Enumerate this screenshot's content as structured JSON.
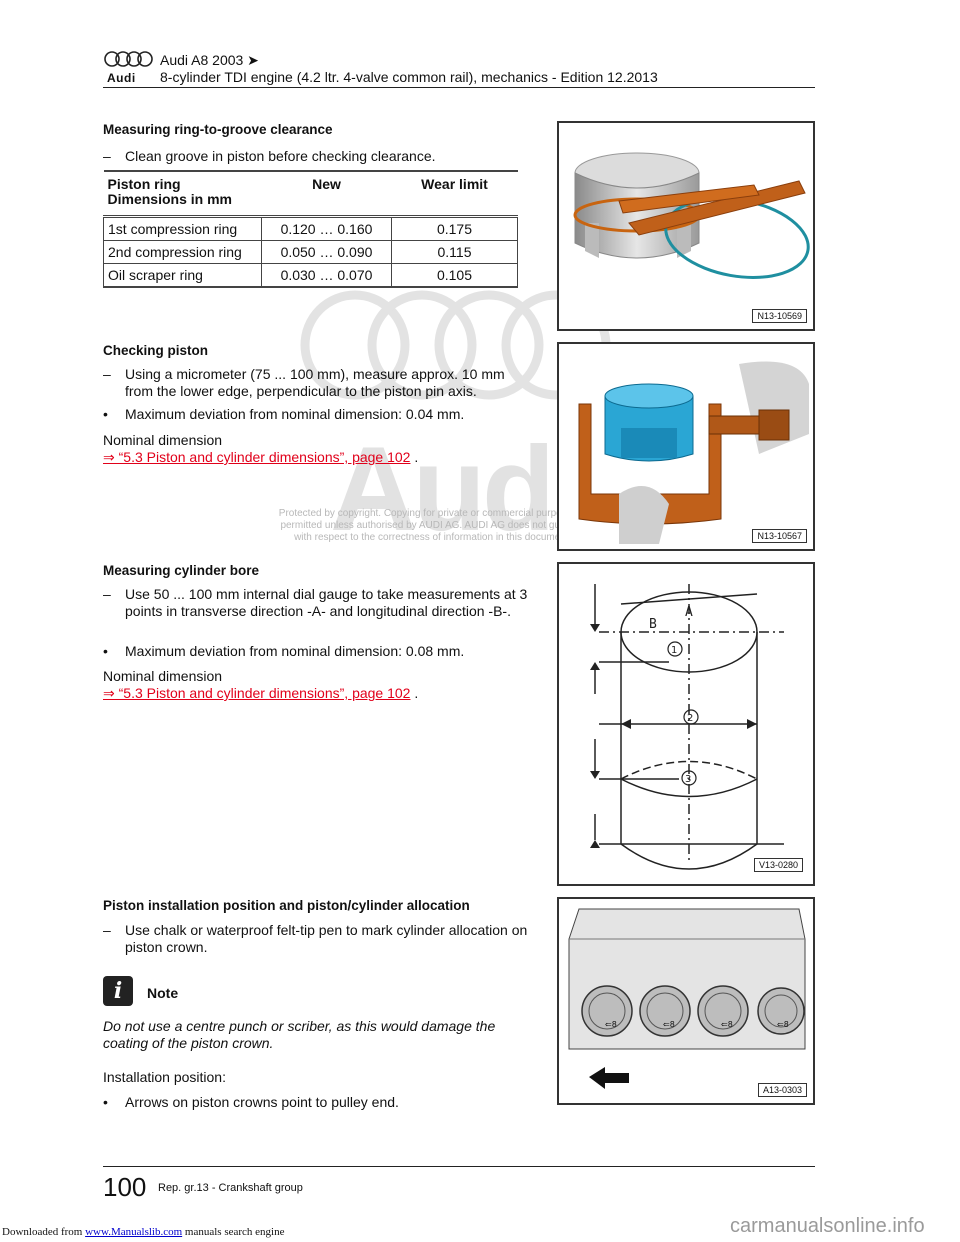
{
  "header": {
    "brand_word": "Audi",
    "model": "Audi A8 2003 ➤",
    "subtitle": "8-cylinder TDI engine (4.2 ltr. 4-valve common rail), mechanics - Edition 12.2013"
  },
  "watermark": {
    "word": "Audi",
    "line1": "Protected by copyright. Copying for private or commercial purposes, in part or in whole, is not",
    "line2": "permitted unless authorised by AUDI AG. AUDI AG does not guarantee or accept any liability",
    "line3": "with respect to the correctness of information in this document. Copyright by AUDI AG."
  },
  "section1": {
    "heading": "Measuring ring-to-groove clearance",
    "step1_mark": "–",
    "step1": "Clean groove in piston before checking clearance.",
    "table": {
      "col1_line1": "Piston ring",
      "col1_line2": "Dimensions in mm",
      "col2": "New",
      "col3": "Wear limit",
      "rows": [
        [
          "1st compression ring",
          "0.120 … 0.160",
          "0.175"
        ],
        [
          "2nd compression ring",
          "0.050 … 0.090",
          "0.115"
        ],
        [
          "Oil scraper ring",
          "0.030 … 0.070",
          "0.105"
        ]
      ]
    },
    "figure_label": "N13-10569"
  },
  "section2": {
    "heading": "Checking piston",
    "step1_mark": "–",
    "step1": "Using a micrometer (75 ... 100 mm), measure approx. 10 mm from the lower edge, perpendicular to the piston pin axis.",
    "bullet_mark": "•",
    "bullet1": "Maximum deviation from nominal dimension: 0.04 mm.",
    "nominal_label": "Nominal dimension",
    "link": "⇒ “5.3 Piston and cylinder dimensions”, page 102",
    "link_suffix": " .",
    "figure_label": "N13-10567"
  },
  "section3": {
    "heading": "Measuring cylinder bore",
    "step1_mark": "–",
    "step1": "Use 50 ... 100 mm internal dial gauge to take measurements at 3 points in transverse direction -A- and longitudinal direction -B-.",
    "bullet_mark": "•",
    "bullet1": "Maximum deviation from nominal dimension: 0.08 mm.",
    "nominal_label": "Nominal dimension",
    "link": "⇒ “5.3 Piston and cylinder dimensions”, page 102",
    "link_suffix": " .",
    "figure_label": "V13-0280",
    "fig_letter_a": "A",
    "fig_letter_b": "B",
    "fig_num_1": "1",
    "fig_num_2": "2",
    "fig_num_3": "3"
  },
  "section4": {
    "heading": "Piston installation position and piston/cylinder allocation",
    "step1_mark": "–",
    "step1": "Use chalk or waterproof felt-tip pen to mark cylinder allocation on piston crown.",
    "note_icon_glyph": "i",
    "note_title": "Note",
    "note_text": "Do not use a centre punch or scriber, as this would damage the coating of the piston crown.",
    "install_label": "Installation position:",
    "bullet_mark": "•",
    "bullet1": "Arrows on piston crowns point to pulley end.",
    "figure_label": "A13-0303",
    "crown_mark": "⇐8"
  },
  "footer": {
    "page_number": "100",
    "text": "Rep. gr.13 - Crankshaft group"
  },
  "download": {
    "prefix": "Downloaded from ",
    "site": "www.Manualslib.com",
    "suffix": " manuals search engine",
    "right_brand": "carmanualsonline.info"
  }
}
